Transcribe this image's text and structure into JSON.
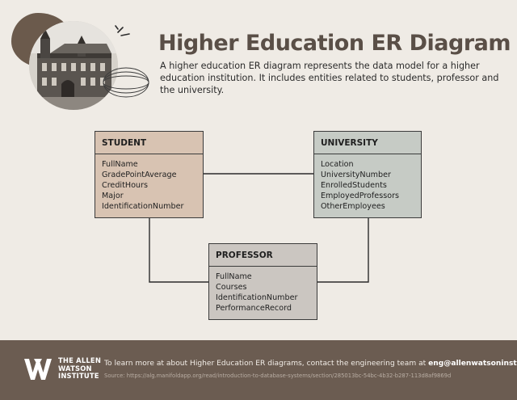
{
  "header": {
    "title": "Higher Education ER Diagram",
    "description": "A higher education ER diagram represents the data model for a higher education institution. It includes entities related to students, professor and the university."
  },
  "entities": {
    "student": {
      "name": "STUDENT",
      "attributes": [
        "FullName",
        "GradePointAverage",
        "CreditHours",
        "Major",
        "IdentificationNumber"
      ]
    },
    "university": {
      "name": "UNIVERSITY",
      "attributes": [
        "Location",
        "UniversityNumber",
        "EnrolledStudents",
        "EmployedProfessors",
        "OtherEmployees"
      ]
    },
    "professor": {
      "name": "PROFESSOR",
      "attributes": [
        "FullName",
        "Courses",
        "IdentificationNumber",
        "PerformanceRecord"
      ]
    }
  },
  "relationships": [
    {
      "from": "STUDENT",
      "to": "UNIVERSITY"
    },
    {
      "from": "STUDENT",
      "to": "PROFESSOR"
    },
    {
      "from": "PROFESSOR",
      "to": "UNIVERSITY"
    }
  ],
  "footer": {
    "logo_line1": "THE ALLEN",
    "logo_line2": "WATSON",
    "logo_line3": "INSTITUTE",
    "contact_text": "To learn more at about Higher Education ER diagrams, contact the engineering team at ",
    "email": "eng@allenwatsoninst.org",
    "contact_end": ".",
    "source": "Source: https://alg.manifoldapp.org/read/introduction-to-database-systems/section/285013bc-54bc-4b32-b287-113d8af9869d"
  },
  "colors": {
    "background": "#efebe5",
    "title": "#5a4f47",
    "student_fill": "#d8c3b2",
    "university_fill": "#c6cbc5",
    "professor_fill": "#cbc6c1",
    "footer_bg": "#6b5c51"
  },
  "icons": {
    "hero": "university-building-photo",
    "logo": "allen-watson-logo-mark"
  }
}
